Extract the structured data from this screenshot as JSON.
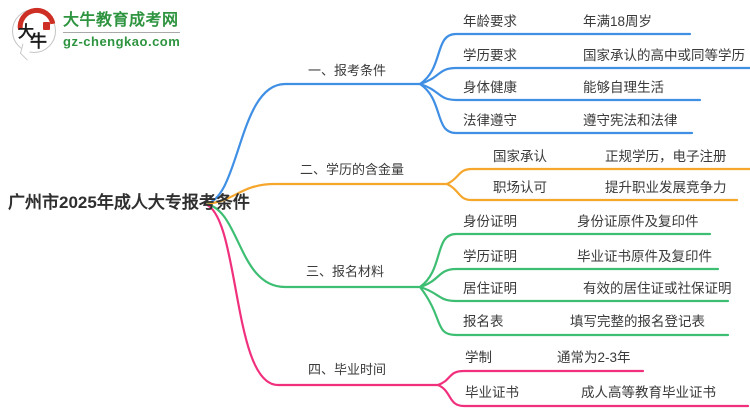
{
  "logo": {
    "site_name": "大牛教育成考网",
    "site_url": "gz-chengkao.com",
    "mark_char_1": "大",
    "mark_char_2": "牛",
    "brand_green": "#2e9440",
    "brand_red": "#ce2f25"
  },
  "root": {
    "title": "广州市2025年成人大专报考条件"
  },
  "branches": [
    {
      "label": "一、报考条件",
      "color": "#3f8fe5",
      "children": [
        {
          "label": "年龄要求",
          "value": "年满18周岁"
        },
        {
          "label": "学历要求",
          "value": "国家承认的高中或同等学历"
        },
        {
          "label": "身体健康",
          "value": "能够自理生活"
        },
        {
          "label": "法律遵守",
          "value": "遵守宪法和法律"
        }
      ]
    },
    {
      "label": "二、学历的含金量",
      "color": "#f6a62b",
      "children": [
        {
          "label": "国家承认",
          "value": "正规学历，电子注册"
        },
        {
          "label": "职场认可",
          "value": "提升职业发展竞争力"
        }
      ]
    },
    {
      "label": "三、报名材料",
      "color": "#3dbe72",
      "children": [
        {
          "label": "身份证明",
          "value": "身份证原件及复印件"
        },
        {
          "label": "学历证明",
          "value": "毕业证书原件及复印件"
        },
        {
          "label": "居住证明",
          "value": "有效的居住证或社保证明"
        },
        {
          "label": "报名表",
          "value": "填写完整的报名登记表"
        }
      ]
    },
    {
      "label": "四、毕业时间",
      "color": "#f0307d",
      "children": [
        {
          "label": "学制",
          "value": "通常为2-3年"
        },
        {
          "label": "毕业证书",
          "value": "成人高等教育毕业证书"
        }
      ]
    }
  ]
}
